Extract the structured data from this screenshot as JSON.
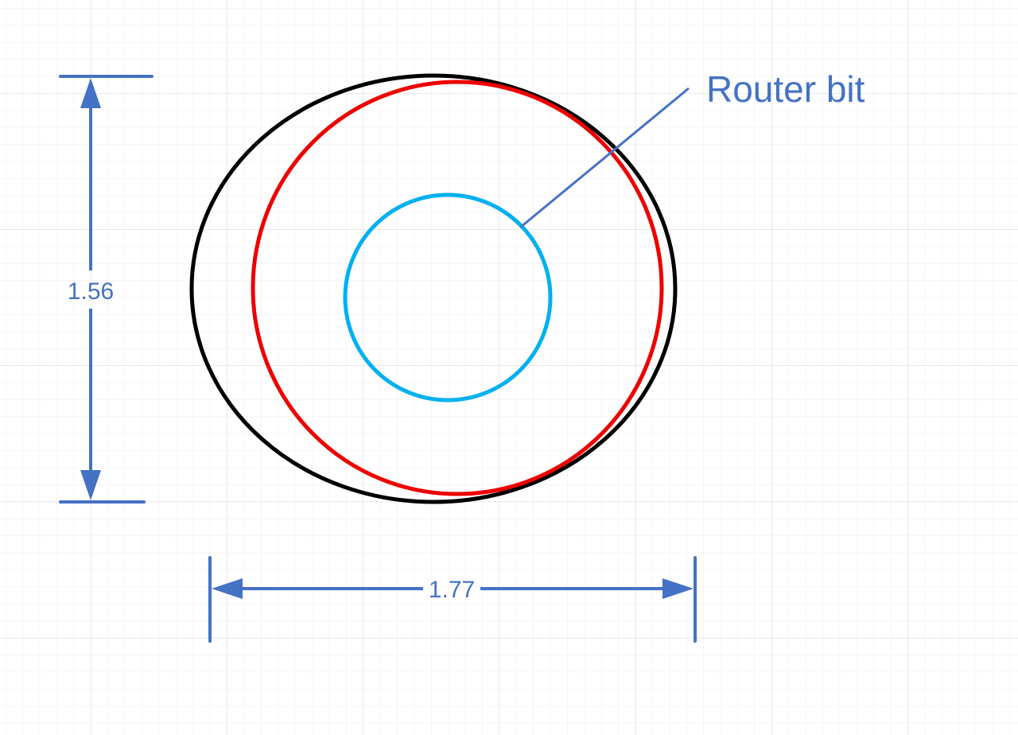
{
  "annotations": {
    "callout_label": "Router bit",
    "height_dimension": "1.56",
    "width_dimension": "1.77"
  },
  "colors": {
    "dimension": "#4472c4",
    "outer_ellipse": "#000000",
    "red_circle": "#ee0000",
    "router_bit_circle": "#00b0f0",
    "grid_minor": "#ececec",
    "grid_major": "#d6d6d6"
  }
}
